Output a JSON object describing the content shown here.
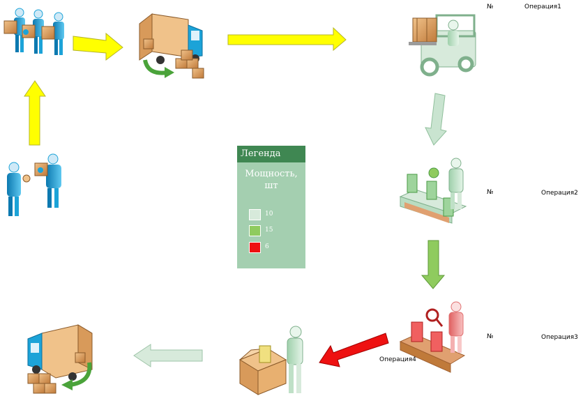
{
  "legend": {
    "title": "Легенда",
    "subtitle_line1": "Мощность,",
    "subtitle_line2": "шт",
    "items": [
      {
        "value": "10",
        "color": "#d7eadb"
      },
      {
        "value": "15",
        "color": "#8fcb5e"
      },
      {
        "value": "6",
        "color": "#ee1111"
      }
    ]
  },
  "operations": [
    {
      "number": "№",
      "name": "Операция1"
    },
    {
      "number": "№",
      "name": "Операция2"
    },
    {
      "number": "№",
      "name": "Операция3"
    },
    {
      "name": "Операция4"
    }
  ],
  "colors": {
    "arrow_yellow": "#ffff00",
    "arrow_light": "#d7eadb",
    "arrow_green": "#8fcb5e",
    "arrow_red": "#ee1111",
    "person_blue": "#1ca3d8",
    "person_green": "#cfe9d6",
    "person_red": "#f0a0a0",
    "box_tan": "#d89a5a"
  },
  "icons": [
    "workers-with-boxes-icon",
    "delivery-truck-icon",
    "forklift-icon",
    "assembly-line-icon",
    "quality-inspection-icon",
    "packing-worker-icon",
    "delivery-truck-outbound-icon",
    "customer-handover-icon"
  ]
}
